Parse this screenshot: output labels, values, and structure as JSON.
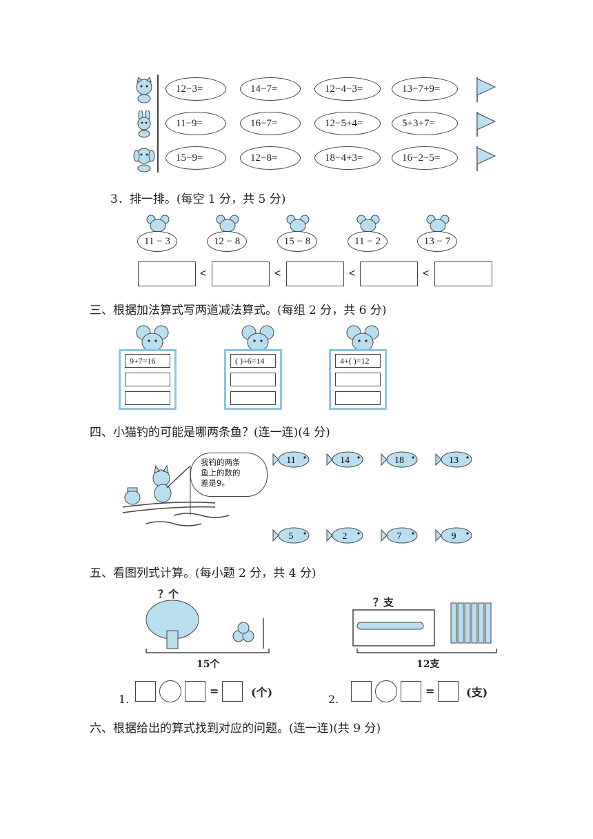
{
  "arith_rows": [
    [
      "12−3=",
      "14−7=",
      "12−4−3=",
      "13−7+9="
    ],
    [
      "11−9=",
      "16−7=",
      "12−5+4=",
      "5+3+7="
    ],
    [
      "15−9=",
      "12−8=",
      "18−4+3=",
      "16−2−5="
    ]
  ],
  "q3_heading": "3．排一排。(每空 1 分，共 5 分)",
  "q3_items": [
    "11 − 3",
    "12 − 8",
    "15 − 8",
    "11 − 2",
    "13 − 7"
  ],
  "q3_lt": [
    "<",
    "<",
    "<",
    "<"
  ],
  "s3_heading": "三、根据加法算式写两道减法算式。(每组 2 分，共 6 分)",
  "s3_cards": [
    "9+7=16",
    "(    )+6=14",
    "4+(    )=12"
  ],
  "s4_heading": "四、小猫钓的可能是哪两条鱼？(连一连)(4 分)",
  "s4_speech": [
    "我钓的两条",
    "鱼上的数的",
    "差是9。"
  ],
  "s4_fish_top": [
    "11",
    "14",
    "18",
    "13"
  ],
  "s4_fish_bottom": [
    "5",
    "2",
    "7",
    "9"
  ],
  "s5_heading": "五、看图列式计算。(每小题 2 分，共 4 分)",
  "s5_p1": {
    "question": "？个",
    "total": "15个",
    "index": "1.",
    "unit": "(个)",
    "eq": "="
  },
  "s5_p2": {
    "question": "？支",
    "total": "12支",
    "index": "2.",
    "unit": "(支)",
    "eq": "="
  },
  "s6_heading": "六、根据给出的算式找到对应的问题。(连一连)(共 9 分)",
  "colors": {
    "accent": "#8cc5e0",
    "fill": "#b9def0",
    "ink": "#222222"
  }
}
